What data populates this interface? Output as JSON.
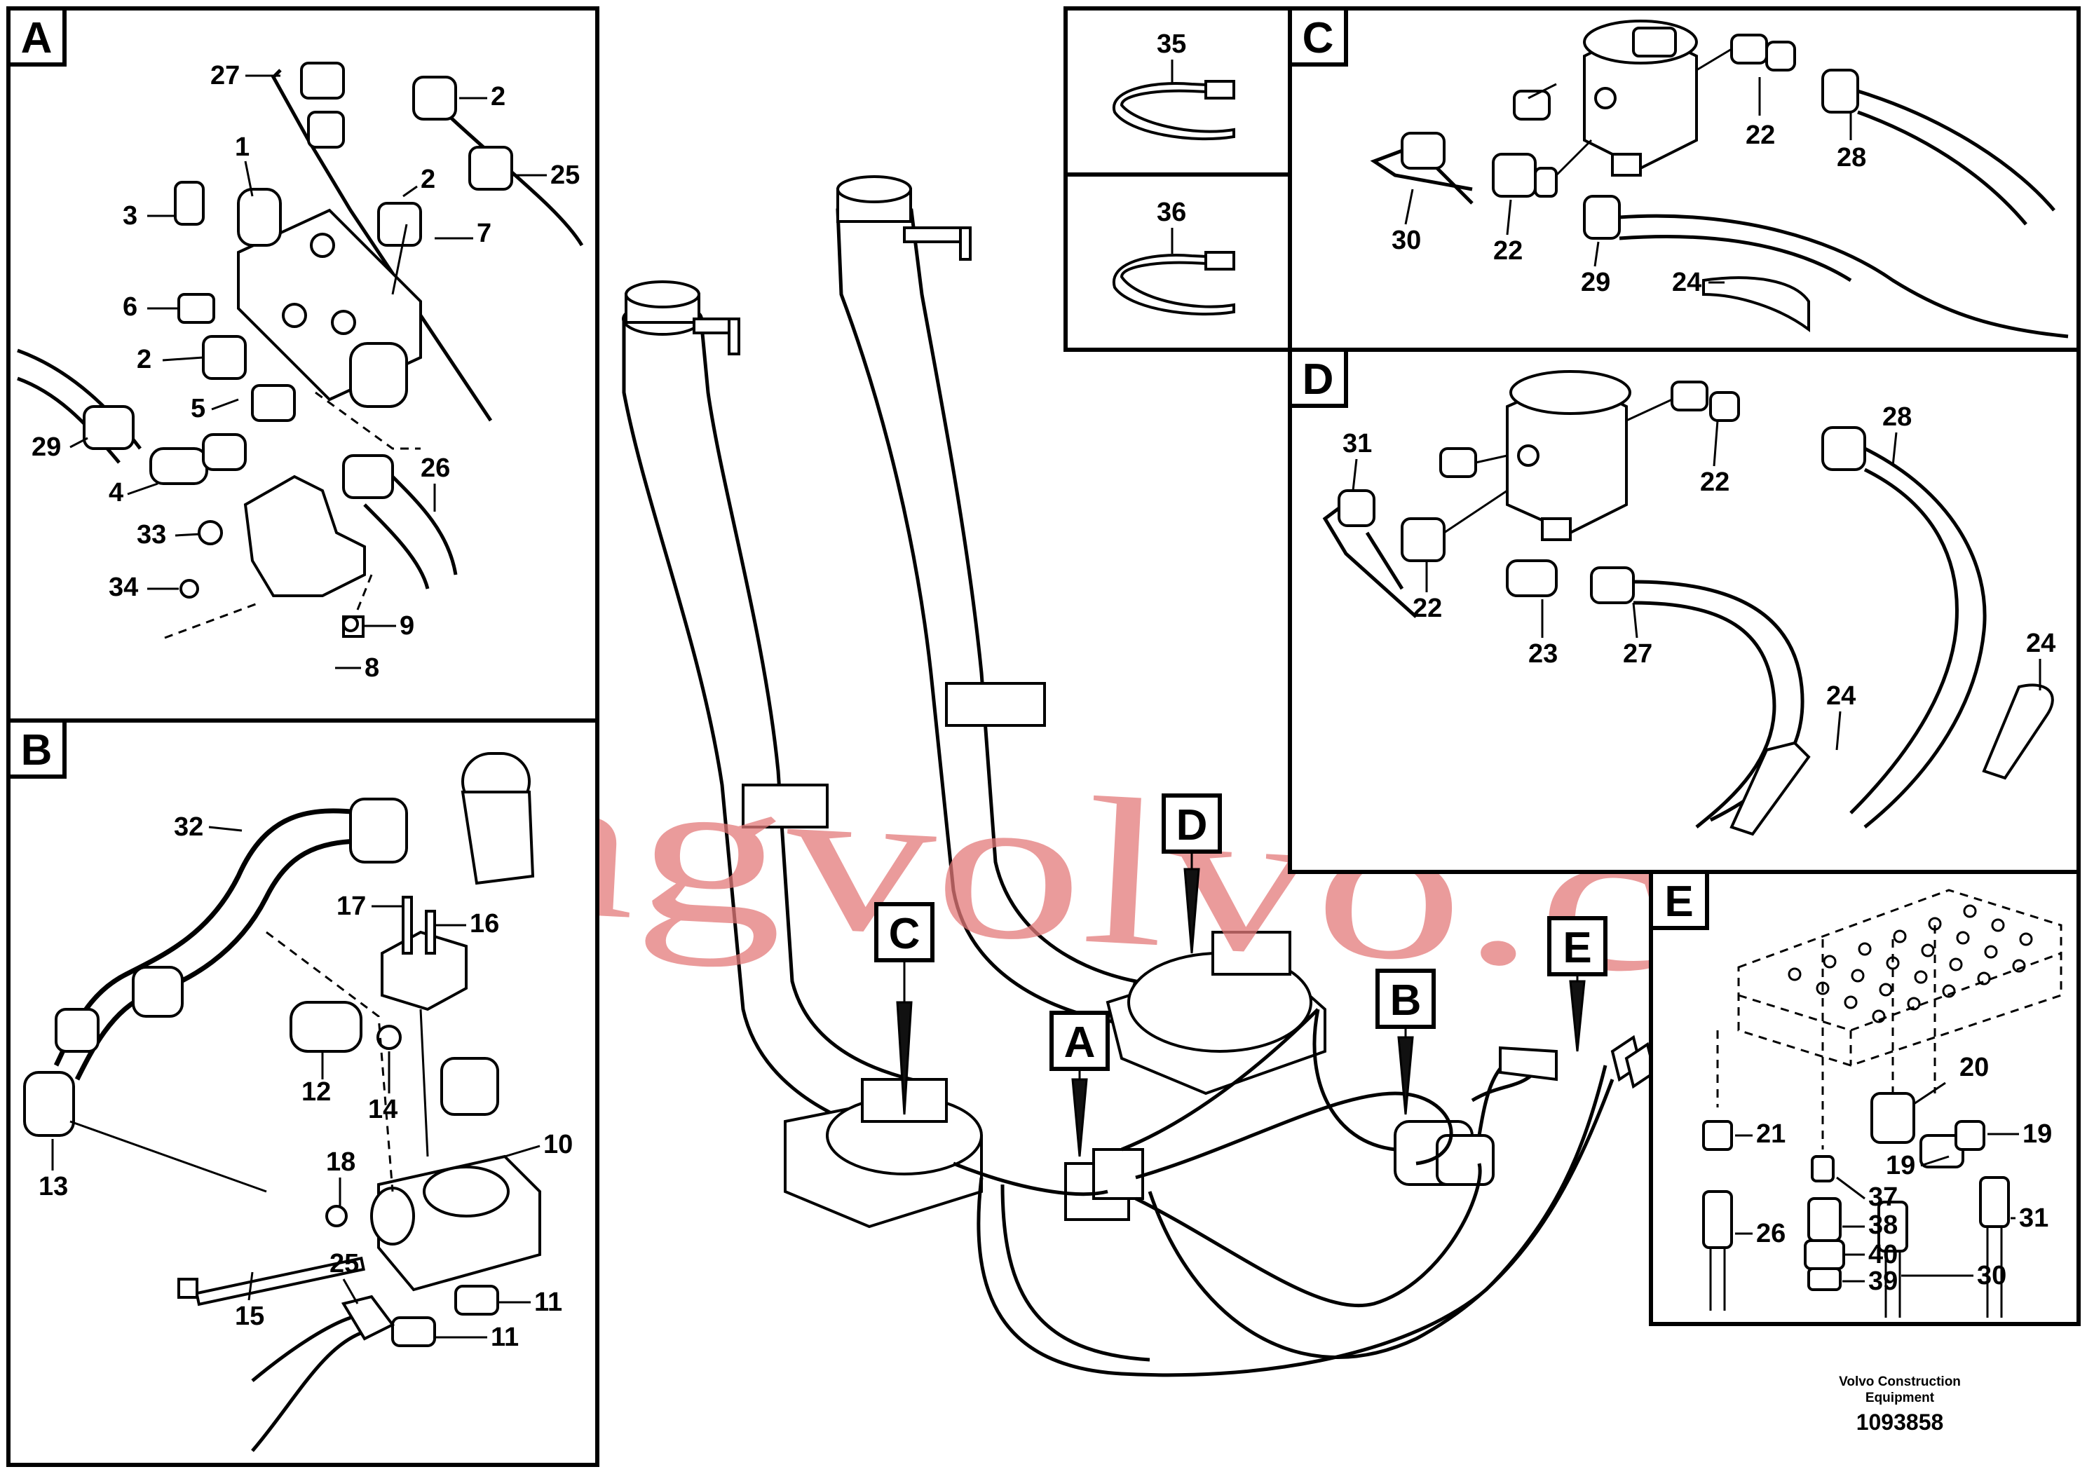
{
  "watermark": "strongvolvo.com",
  "footer": {
    "brand_line1": "Volvo Construction",
    "brand_line2": "Equipment",
    "drawing_number": "1093858"
  },
  "panels": {
    "A": {
      "letter": "A",
      "callouts": [
        "27",
        "2",
        "1",
        "25",
        "3",
        "2",
        "7",
        "6",
        "2",
        "5",
        "29",
        "4",
        "26",
        "33",
        "34",
        "9",
        "8"
      ]
    },
    "B": {
      "letter": "B",
      "callouts": [
        "32",
        "17",
        "16",
        "12",
        "14",
        "13",
        "18",
        "10",
        "15",
        "25",
        "11",
        "11"
      ]
    },
    "C": {
      "letter": "C",
      "callouts": [
        "22",
        "28",
        "30",
        "22",
        "29",
        "24"
      ]
    },
    "D": {
      "letter": "D",
      "callouts": [
        "31",
        "22",
        "28",
        "22",
        "23",
        "27",
        "24",
        "24"
      ]
    },
    "E": {
      "letter": "E",
      "callouts": [
        "20",
        "21",
        "19",
        "19",
        "37",
        "26",
        "38",
        "31",
        "40",
        "39",
        "30"
      ]
    },
    "tie1": {
      "callout": "35"
    },
    "tie2": {
      "callout": "36"
    }
  },
  "locator_tags": [
    "C",
    "D",
    "A",
    "B",
    "E"
  ]
}
